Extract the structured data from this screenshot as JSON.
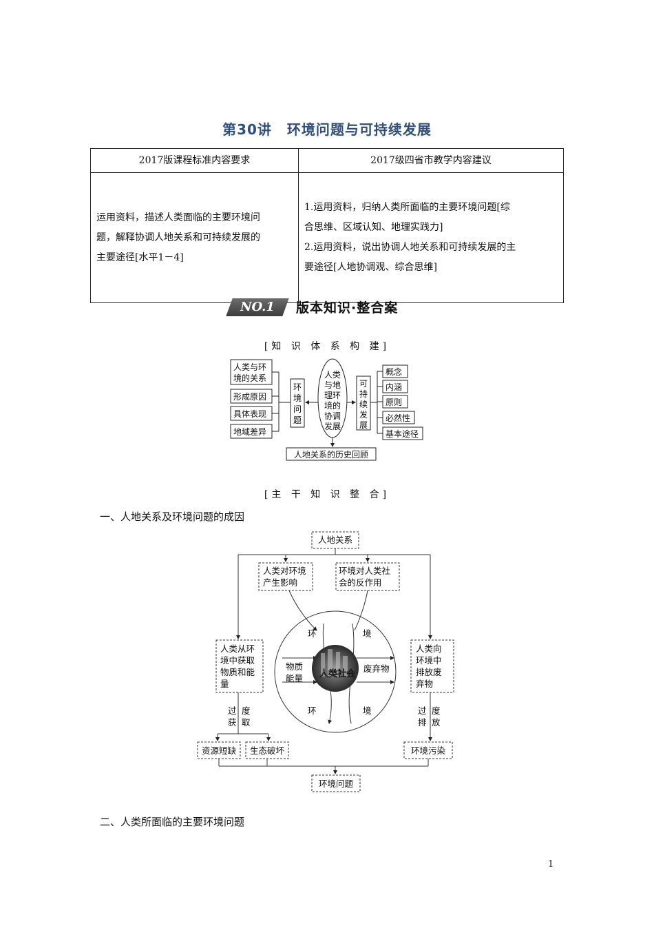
{
  "title": {
    "lecture": "第30讲",
    "topic": "环境问题与可持续发展"
  },
  "standards_table": {
    "headers": [
      "2017版课程标准内容要求",
      "2017级四省市教学内容建议"
    ],
    "left_cell": [
      "运用资料，描述人类面临的主要环境问",
      "题，解释协调人地关系和可持续发展的",
      "主要途径[水平1－4]"
    ],
    "right_cell": [
      "1.运用资料，归纳人类所面临的主要环境问题[综",
      "合思维、区域认知、地理实践力]",
      "2.运用资料，说出协调人地关系和可持续发展的主",
      "要途径[人地协调观、综合思维]"
    ]
  },
  "banner": {
    "badge": "NO.1",
    "text": "版本知识·整合案"
  },
  "knowledge_system": {
    "label": "[知 识 体 系 构 建]",
    "left_items": [
      [
        "人类与环",
        "境的关系"
      ],
      [
        "形成原因"
      ],
      [
        "具体表现"
      ],
      [
        "地域差异"
      ]
    ],
    "env_issue": [
      "环",
      "境",
      "问",
      "题"
    ],
    "center_oval": [
      "人类",
      "与地",
      "理环",
      "境的",
      "协调",
      "发展"
    ],
    "sustainable": [
      "可",
      "持",
      "续",
      "发",
      "展"
    ],
    "right_items": [
      "概念",
      "内涵",
      "原则",
      "必然性",
      "基本途径"
    ],
    "history": "人地关系的历史回顾"
  },
  "main_knowledge": {
    "label": "[主 干 知 识 整 合]"
  },
  "section1": {
    "heading": "一、人地关系及环境问题的成因"
  },
  "cause_diagram": {
    "top": "人地关系",
    "impact": [
      "人类对环境",
      "产生影响"
    ],
    "reaction": [
      "环境对人类社",
      "会的反作用"
    ],
    "obtain": [
      "人类从环",
      "境中获取",
      "物质和能",
      "量"
    ],
    "emit": [
      "人类向",
      "环境中",
      "排放废",
      "弃物"
    ],
    "circle_top": [
      "环",
      "境"
    ],
    "circle_bottom": [
      "环",
      "境"
    ],
    "material": [
      "物质",
      "能量"
    ],
    "waste": "废弃物",
    "society": "人类社会",
    "over_obtain": [
      "过",
      "度",
      "获",
      "取"
    ],
    "over_emit": [
      "过",
      "度",
      "排",
      "放"
    ],
    "resource": "资源短缺",
    "ecology": "生态破坏",
    "pollution": "环境污染",
    "problem": "环境问题"
  },
  "section2": {
    "heading": "二、人类所面临的主要环境问题"
  },
  "page_number": "1"
}
